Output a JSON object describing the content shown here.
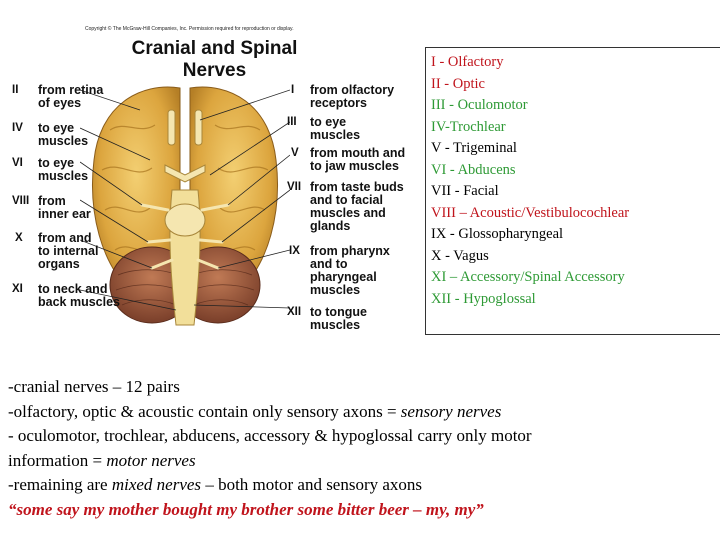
{
  "figure": {
    "copyright": "Copyright © The McGraw-Hill Companies, Inc. Permission required for reproduction or display.",
    "title_line1": "Cranial and Spinal",
    "title_line2": "Nerves",
    "left_labels": [
      {
        "num": "II",
        "line1": "from retina",
        "line2": "of eyes"
      },
      {
        "num": "IV",
        "line1": "to eye",
        "line2": "muscles"
      },
      {
        "num": "VI",
        "line1": "to eye",
        "line2": "muscles"
      },
      {
        "num": "VIII",
        "line1": "from",
        "line2": "inner ear"
      },
      {
        "num": "X",
        "line1": "from and",
        "line2": "to internal",
        "line3": "organs"
      },
      {
        "num": "XI",
        "line1": "to neck and",
        "line2": "back muscles"
      }
    ],
    "right_labels": [
      {
        "num": "I",
        "line1": "from olfactory",
        "line2": "receptors"
      },
      {
        "num": "III",
        "line1": "to eye",
        "line2": "muscles"
      },
      {
        "num": "V",
        "line1": "from mouth and",
        "line2": "to jaw muscles"
      },
      {
        "num": "VII",
        "line1": "from taste buds",
        "line2": "and to facial",
        "line3": "muscles and",
        "line4": "glands"
      },
      {
        "num": "IX",
        "line1": "from pharynx",
        "line2": "and to",
        "line3": "pharyngeal",
        "line4": "muscles"
      },
      {
        "num": "XII",
        "line1": "to tongue",
        "line2": "muscles"
      }
    ]
  },
  "legend": [
    {
      "text": "I - Olfactory",
      "color": "#c0141c"
    },
    {
      "text": "II - Optic",
      "color": "#c0141c"
    },
    {
      "text": "III - Oculomotor",
      "color": "#2e9a35"
    },
    {
      "text": "IV-Trochlear",
      "color": "#2e9a35"
    },
    {
      "text": "V - Trigeminal",
      "color": "#000000"
    },
    {
      "text": "VI - Abducens",
      "color": "#2e9a35"
    },
    {
      "text": "VII - Facial",
      "color": "#000000"
    },
    {
      "text": "VIII – Acoustic/Vestibulocochlear",
      "color": "#c0141c"
    },
    {
      "text": "IX - Glossopharyngeal",
      "color": "#000000"
    },
    {
      "text": "X - Vagus",
      "color": "#000000"
    },
    {
      "text": "XI – Accessory/Spinal Accessory",
      "color": "#2e9a35"
    },
    {
      "text": "XII - Hypoglossal",
      "color": "#2e9a35"
    }
  ],
  "notes": {
    "line1": "-cranial nerves – 12 pairs",
    "line2_a": "-olfactory, optic & acoustic contain only sensory axons = ",
    "line2_b": "sensory nerves",
    "line3": "- oculomotor, trochlear, abducens, accessory & hypoglossal carry only motor",
    "line4_a": "information = ",
    "line4_b": "motor nerves",
    "line5_a": "-remaining are ",
    "line5_b": "mixed nerves",
    "line5_c": " – both motor and sensory axons",
    "mnemonic": "“some say my mother bought my brother some bitter beer – my, my”"
  },
  "colors": {
    "red": "#c0141c",
    "green": "#2e9a35",
    "brain": "#e0b04a",
    "cerebellum": "#9c5a3e"
  }
}
